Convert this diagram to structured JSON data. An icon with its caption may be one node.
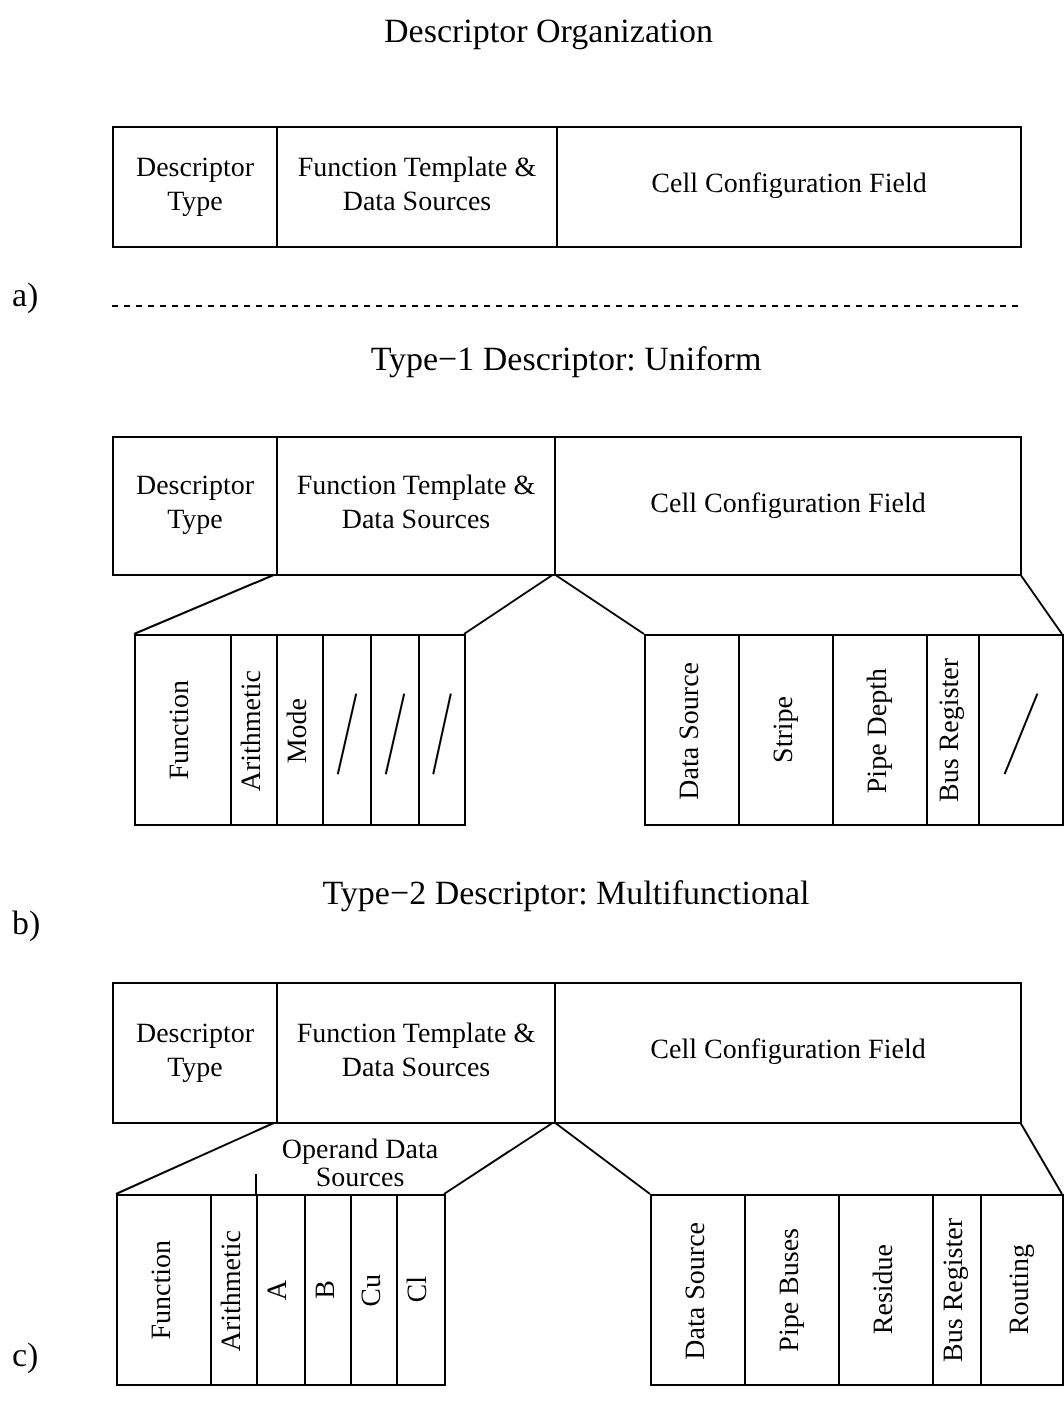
{
  "diagram": {
    "title": "Descriptor Organization",
    "nodes": [
      {
        "text": [
          "Descriptor Type"
        ]
      },
      {
        "text": [
          "Function Template & Data Sources"
        ]
      },
      {
        "text": [
          "Cell Configuration Field"
        ]
      },
      {
        "text": [
          "Descriptor Type"
        ]
      },
      {
        "text": [
          "Function Template & Data Sources"
        ]
      },
      {
        "text": [
          "Cell Configuration Field"
        ]
      },
      {
        "text": [
          "Function"
        ]
      },
      {
        "text": [
          "Arithmetic"
        ]
      },
      {
        "text": [
          "Mode"
        ]
      },
      {
        "text": [],
        "shape": "box"
      },
      {
        "text": [],
        "shape": "box"
      },
      {
        "text": [],
        "shape": "box"
      },
      {
        "text": [
          "Data Source"
        ]
      },
      {
        "text": [
          "Stripe"
        ]
      },
      {
        "text": [
          "Pipe Depth"
        ]
      },
      {
        "text": [
          "Bus Register"
        ]
      },
      {
        "text": [],
        "shape": "box"
      },
      {
        "text": [
          "Descriptor Type"
        ]
      },
      {
        "text": [
          "Function Template & Data Sources"
        ]
      },
      {
        "text": [
          "Cell Configuration Field"
        ]
      },
      {
        "text": [
          "Function"
        ]
      },
      {
        "text": [
          "Arithmetic"
        ]
      },
      {
        "text": [
          "A"
        ]
      },
      {
        "text": [
          "B"
        ]
      },
      {
        "text": [
          "Cu"
        ]
      },
      {
        "text": [
          "Cl"
        ]
      },
      {
        "text": [
          "Data Source"
        ]
      },
      {
        "text": [
          "Pipe Buses"
        ]
      },
      {
        "text": [
          "Residue"
        ]
      },
      {
        "text": [
          "Bus Register"
        ]
      },
      {
        "text": [
          "Routing"
        ]
      }
    ],
    "edges": [
      {
        "from": 4,
        "to": 6,
        "arrow": "none"
      },
      {
        "from": 4,
        "to": 11,
        "arrow": "none"
      },
      {
        "from": 5,
        "to": 12,
        "arrow": "none"
      },
      {
        "from": 5,
        "to": 16,
        "arrow": "none"
      },
      {
        "from": 18,
        "to": 20,
        "arrow": "none"
      },
      {
        "from": 18,
        "to": 25,
        "arrow": "none"
      },
      {
        "from": 19,
        "to": 26,
        "arrow": "none"
      },
      {
        "from": 19,
        "to": 30,
        "arrow": "none"
      }
    ],
    "labels": [
      "a)",
      "Type−1 Descriptor: Uniform",
      "b)",
      "Type−2 Descriptor: Multifunctional",
      "Operand Data Sources",
      "c)"
    ]
  }
}
